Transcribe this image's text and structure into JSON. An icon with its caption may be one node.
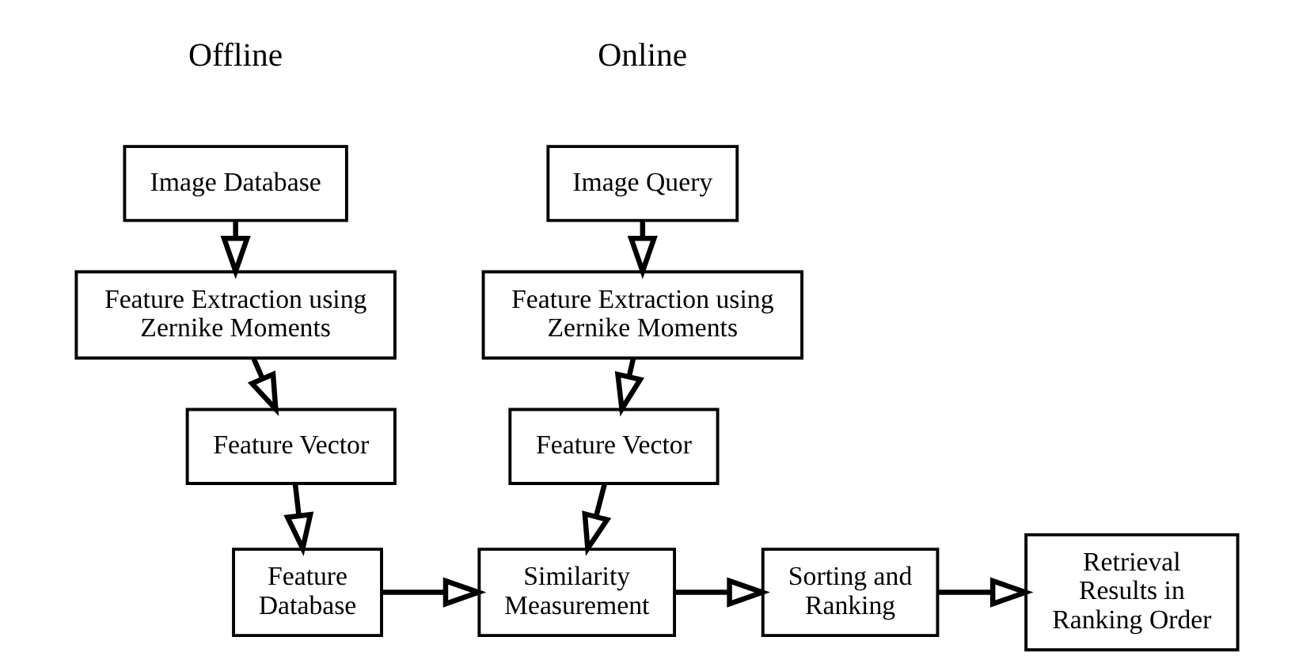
{
  "diagram": {
    "nodes": [
      {
        "text": [
          "Image Database"
        ]
      },
      {
        "text": [
          "Feature Extraction using Zernike Moments"
        ]
      },
      {
        "text": [
          "Feature Vector"
        ]
      },
      {
        "text": [
          "Feature Database"
        ]
      },
      {
        "text": [
          "Image Query"
        ]
      },
      {
        "text": [
          "Feature Extraction using Zernike Moments"
        ]
      },
      {
        "text": [
          "Feature Vector"
        ]
      },
      {
        "text": [
          "Similarity Measurement"
        ]
      },
      {
        "text": [
          "Sorting and Ranking"
        ]
      },
      {
        "text": [
          "Retrieval Results in Ranking Order"
        ]
      }
    ],
    "edges": [
      {
        "from": 0,
        "to": 1,
        "arrow": "to"
      },
      {
        "from": 1,
        "to": 2,
        "arrow": "to"
      },
      {
        "from": 2,
        "to": 3,
        "arrow": "to"
      },
      {
        "from": 4,
        "to": 5,
        "arrow": "to"
      },
      {
        "from": 5,
        "to": 6,
        "arrow": "to"
      },
      {
        "from": 6,
        "to": 7,
        "arrow": "to"
      },
      {
        "from": 3,
        "to": 7,
        "arrow": "to"
      },
      {
        "from": 7,
        "to": 8,
        "arrow": "to"
      },
      {
        "from": 8,
        "to": 9,
        "arrow": "to"
      }
    ],
    "labels": [
      "Offline",
      "Online"
    ]
  }
}
